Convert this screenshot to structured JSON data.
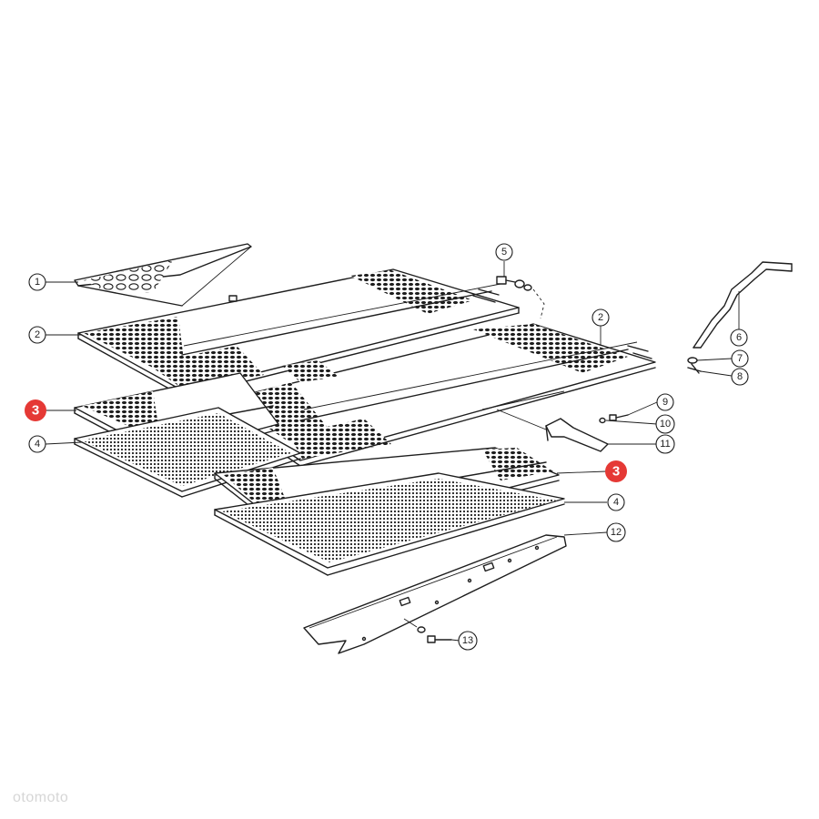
{
  "diagram": {
    "callouts": {
      "c1": "1",
      "c2_left": "2",
      "c2_right": "2",
      "c4_left": "4",
      "c4_right": "4",
      "c5": "5",
      "c6": "6",
      "c7": "7",
      "c8": "8",
      "c9": "9",
      "c10": "10",
      "c11": "11",
      "c12": "12",
      "c13": "13"
    },
    "highlight_badges": {
      "left": "3",
      "right": "3",
      "color": "#e53935"
    },
    "watermark": "otomoto"
  }
}
